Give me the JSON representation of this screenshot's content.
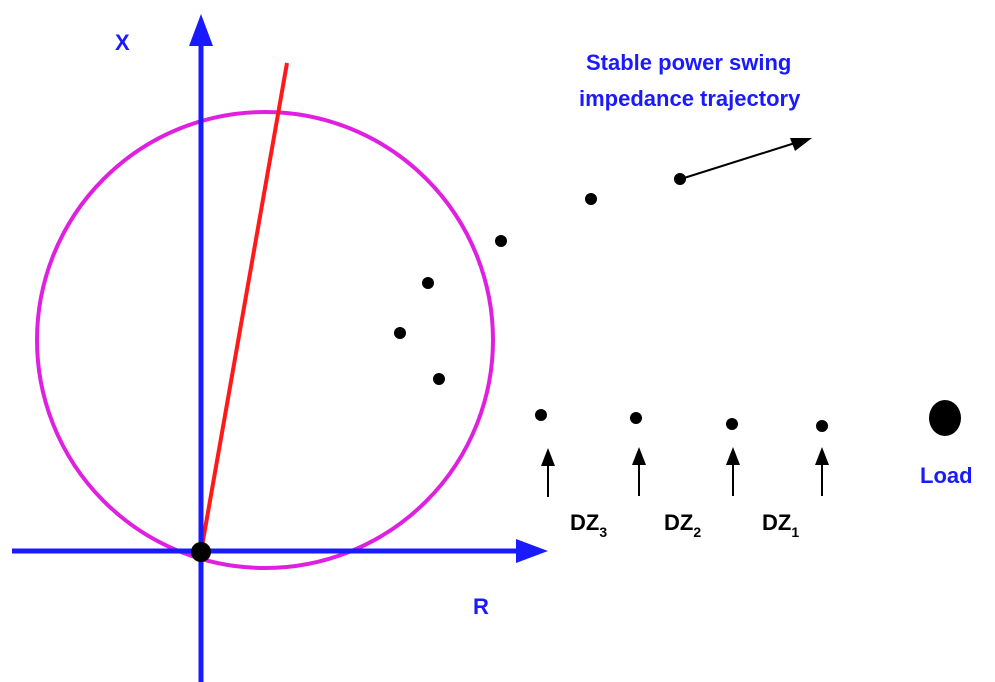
{
  "axes": {
    "x_label": "X",
    "r_label": "R"
  },
  "trajectory": {
    "caption_line1": "Stable power swing",
    "caption_line2": "impedance trajectory"
  },
  "load_label": "Load",
  "zones": [
    {
      "name": "DZ",
      "sub": "3"
    },
    {
      "name": "DZ",
      "sub": "2"
    },
    {
      "name": "DZ",
      "sub": "1"
    }
  ],
  "colors": {
    "axis": "#1a1aff",
    "circle": "#e020e0",
    "relay_line": "#ff1a1a",
    "points": "#000000",
    "label": "#1a1aff"
  }
}
